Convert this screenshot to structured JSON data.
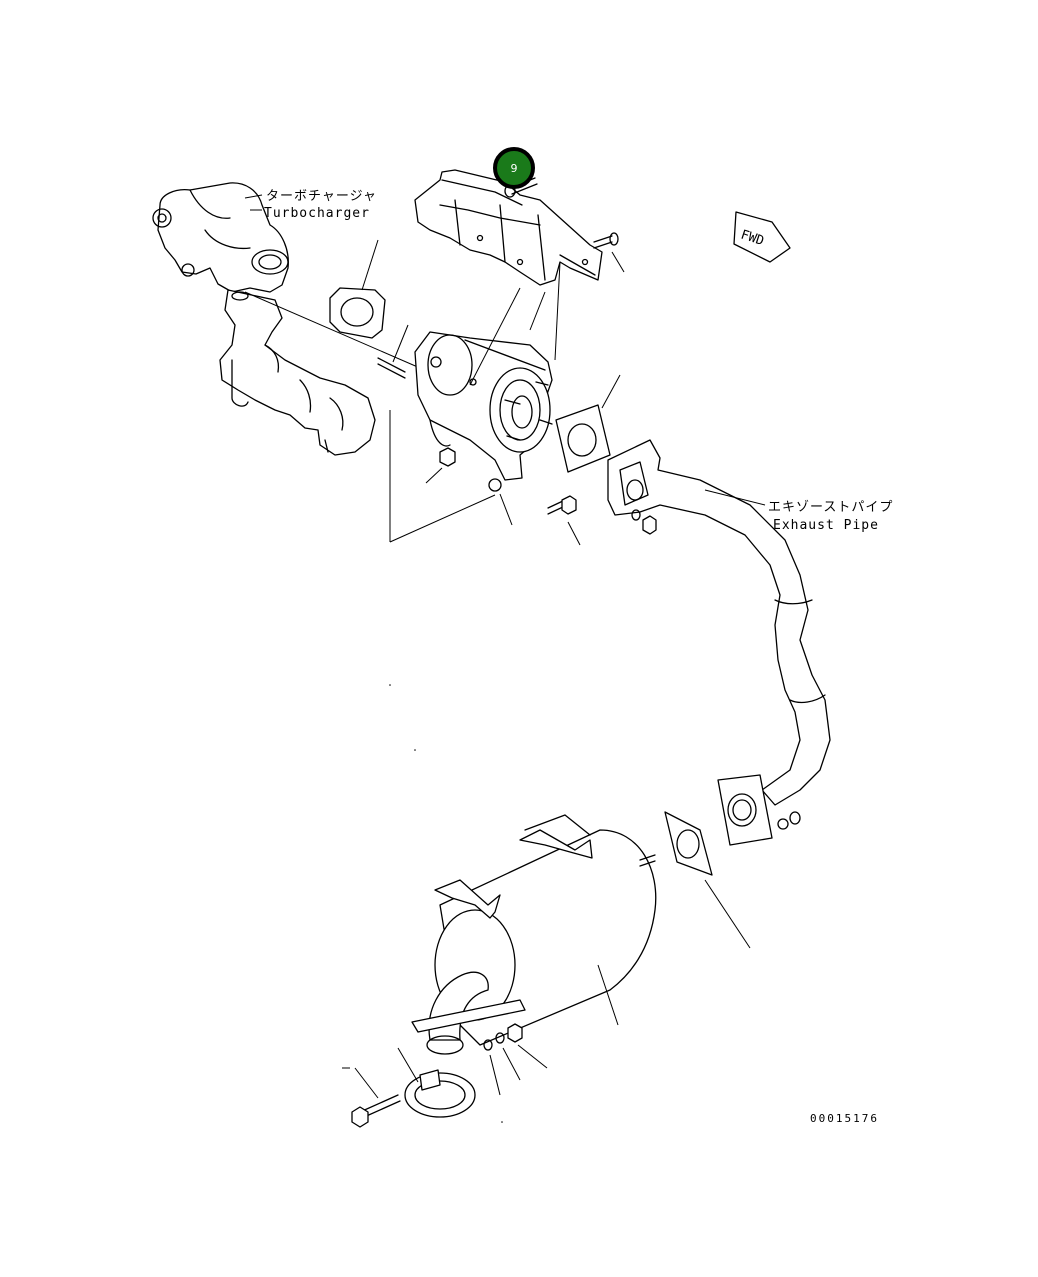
{
  "labels": {
    "turbocharger_jp": "ターボチャージャ",
    "turbocharger_en": "Turbocharger",
    "exhaust_pipe_jp": "エキゾーストパイプ",
    "exhaust_pipe_en": "Exhaust Pipe",
    "fwd": "FWD",
    "drawing_number": "00015176"
  },
  "callout": {
    "number": "9",
    "color": "#1a7a1a"
  },
  "colors": {
    "line": "#000000",
    "background": "#ffffff"
  }
}
